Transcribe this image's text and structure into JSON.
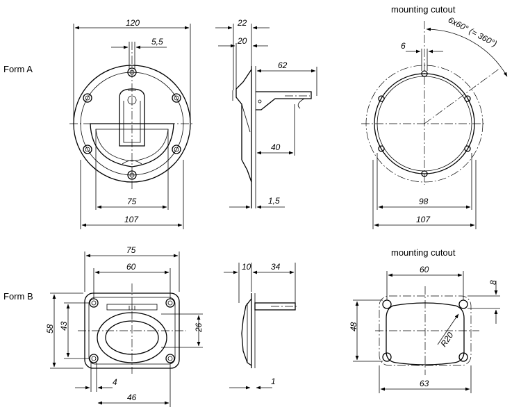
{
  "labels": {
    "form_a": "Form A",
    "form_b": "Form B",
    "cutout_a": "mounting cutout",
    "cutout_b": "mounting cutout"
  },
  "form_a": {
    "front": {
      "d120": "120",
      "d5_5": "5,5",
      "d75": "75",
      "d107": "107"
    },
    "side": {
      "d22": "22",
      "d20": "20",
      "d62": "62",
      "d40": "40",
      "d1_5": "1,5"
    },
    "cutout": {
      "d6": "6",
      "angle": "6x60° (= 360°)",
      "d98": "98",
      "d107": "107"
    }
  },
  "form_b": {
    "front": {
      "d75": "75",
      "d60": "60",
      "d58": "58",
      "d43": "43",
      "d26": "26",
      "d4": "4",
      "d46": "46"
    },
    "side": {
      "d10": "10",
      "d34": "34",
      "d1": "1"
    },
    "cutout": {
      "d60": "60",
      "d8": "8",
      "d48": "48",
      "r20": "R20",
      "d63": "63"
    }
  }
}
